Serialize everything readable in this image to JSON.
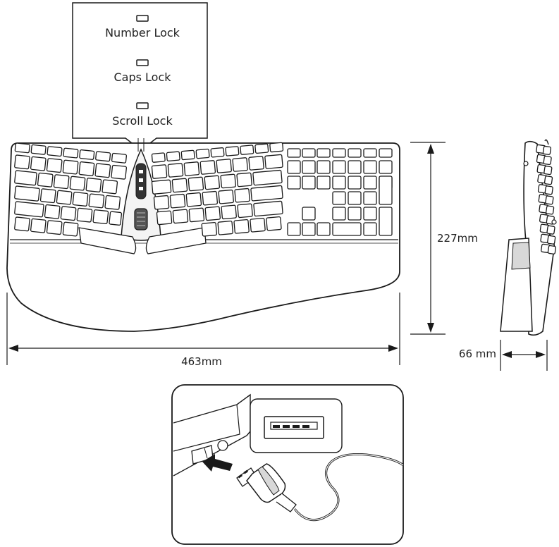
{
  "indicators": {
    "number_lock": "Number Lock",
    "caps_lock": "Caps Lock",
    "scroll_lock": "Scroll Lock"
  },
  "dimensions": {
    "width": "463mm",
    "depth": "227mm",
    "height": "66 mm"
  },
  "colors": {
    "line": "#1a1a1a",
    "fill": "#ffffff",
    "shade": "#d8d8d8"
  }
}
